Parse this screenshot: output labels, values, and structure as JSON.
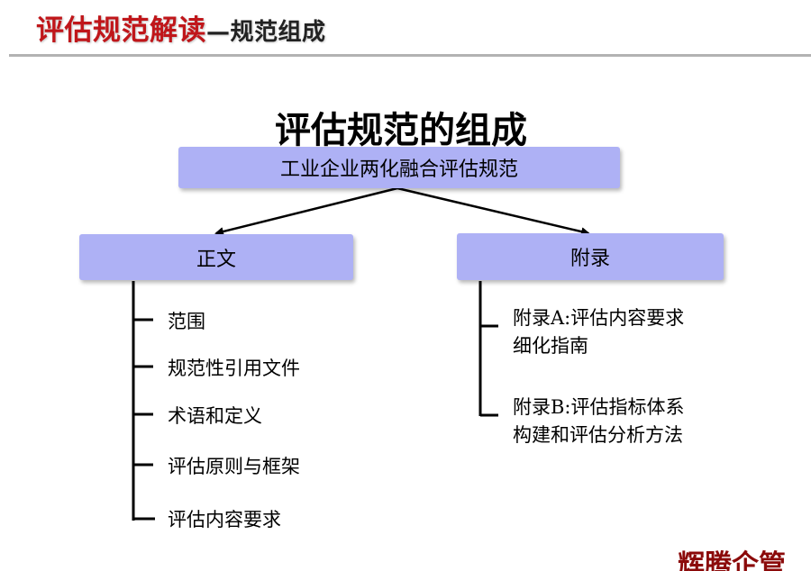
{
  "header": {
    "title_main": "评估规范解读",
    "title_sub": "—规范组成"
  },
  "diagram": {
    "title": "评估规范的组成",
    "root": "工业企业两化融合评估规范",
    "left": {
      "label": "正文",
      "items": [
        "范围",
        "规范性引用文件",
        "术语和定义",
        "评估原则与框架",
        "评估内容要求"
      ]
    },
    "right": {
      "label": "附录",
      "items": [
        {
          "line1": "附录A:评估内容要求",
          "line2": "细化指南"
        },
        {
          "line1": "附录B:评估指标体系",
          "line2": "构建和评估分析方法"
        }
      ]
    }
  },
  "logo": {
    "text": "辉腾企管"
  }
}
